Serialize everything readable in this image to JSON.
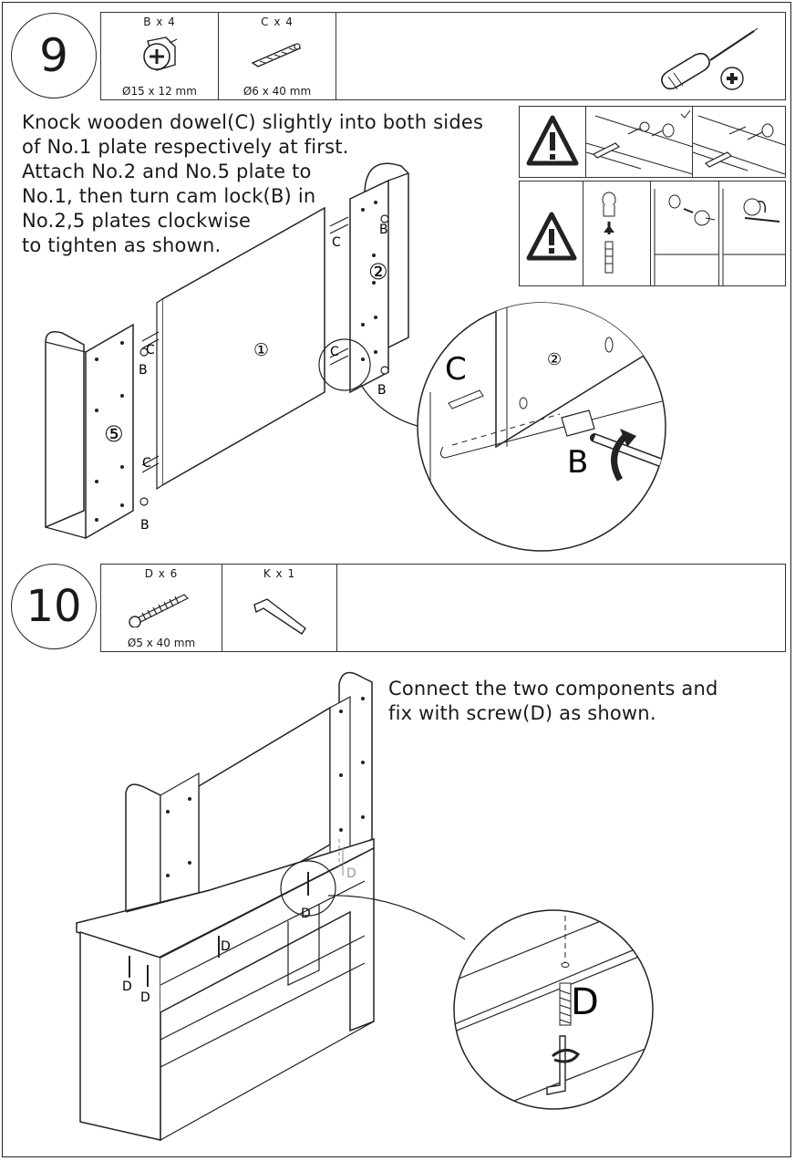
{
  "step9": {
    "number": "9",
    "parts": [
      {
        "qty": "B x 4",
        "size": "Ø15 x 12 mm",
        "icon": "cam-lock-icon"
      },
      {
        "qty": "C x 4",
        "size": "Ø6 x 40 mm",
        "icon": "wooden-dowel-icon"
      }
    ],
    "tool_icon": "screwdriver-icon",
    "instruction": "Knock wooden dowel(C) slightly into both sides\nof No.1 plate respectively at first.\nAttach No.2 and No.5 plate to\nNo.1, then turn cam lock(B) in\nNo.2,5 plates clockwise\nto tighten as shown.",
    "labels": {
      "plate1": "①",
      "plate2": "②",
      "plate5": "⑤",
      "dowel": "C",
      "cam": "B",
      "zoom_dowel": "C",
      "zoom_cam": "B",
      "zoom_plate": "②"
    }
  },
  "step10": {
    "number": "10",
    "parts": [
      {
        "qty": "D x 6",
        "size": "Ø5 x 40 mm",
        "icon": "screw-icon"
      },
      {
        "qty": "K x 1",
        "size": "",
        "icon": "allen-key-icon"
      }
    ],
    "instruction": "Connect the two components and\nfix with screw(D) as shown.",
    "labels": {
      "screw": "D",
      "zoom_screw": "D"
    }
  }
}
